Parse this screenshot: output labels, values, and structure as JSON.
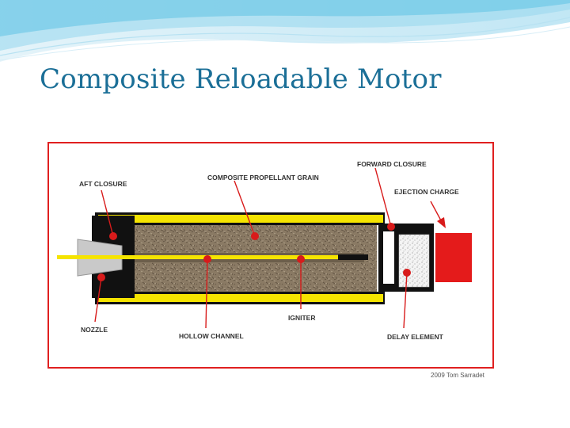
{
  "slide": {
    "title": "Composite Reloadable Motor",
    "accent_color": "#1b6f97"
  },
  "diagram": {
    "labels": {
      "aft_closure": "AFT CLOSURE",
      "composite_grain": "COMPOSITE PROPELLANT GRAIN",
      "forward_closure": "FORWARD CLOSURE",
      "ejection_charge": "EJECTION CHARGE",
      "nozzle": "NOZZLE",
      "hollow_channel": "HOLLOW CHANNEL",
      "igniter": "IGNITER",
      "delay_element": "DELAY ELEMENT"
    },
    "credit": "2009 Tom Sarradet",
    "colors": {
      "frame": "#e02020",
      "casing": "#f5e400",
      "grain": "#8a7a64",
      "closure": "#111111",
      "charge": "#e41b1b",
      "pointer": "#d81b1b"
    }
  }
}
